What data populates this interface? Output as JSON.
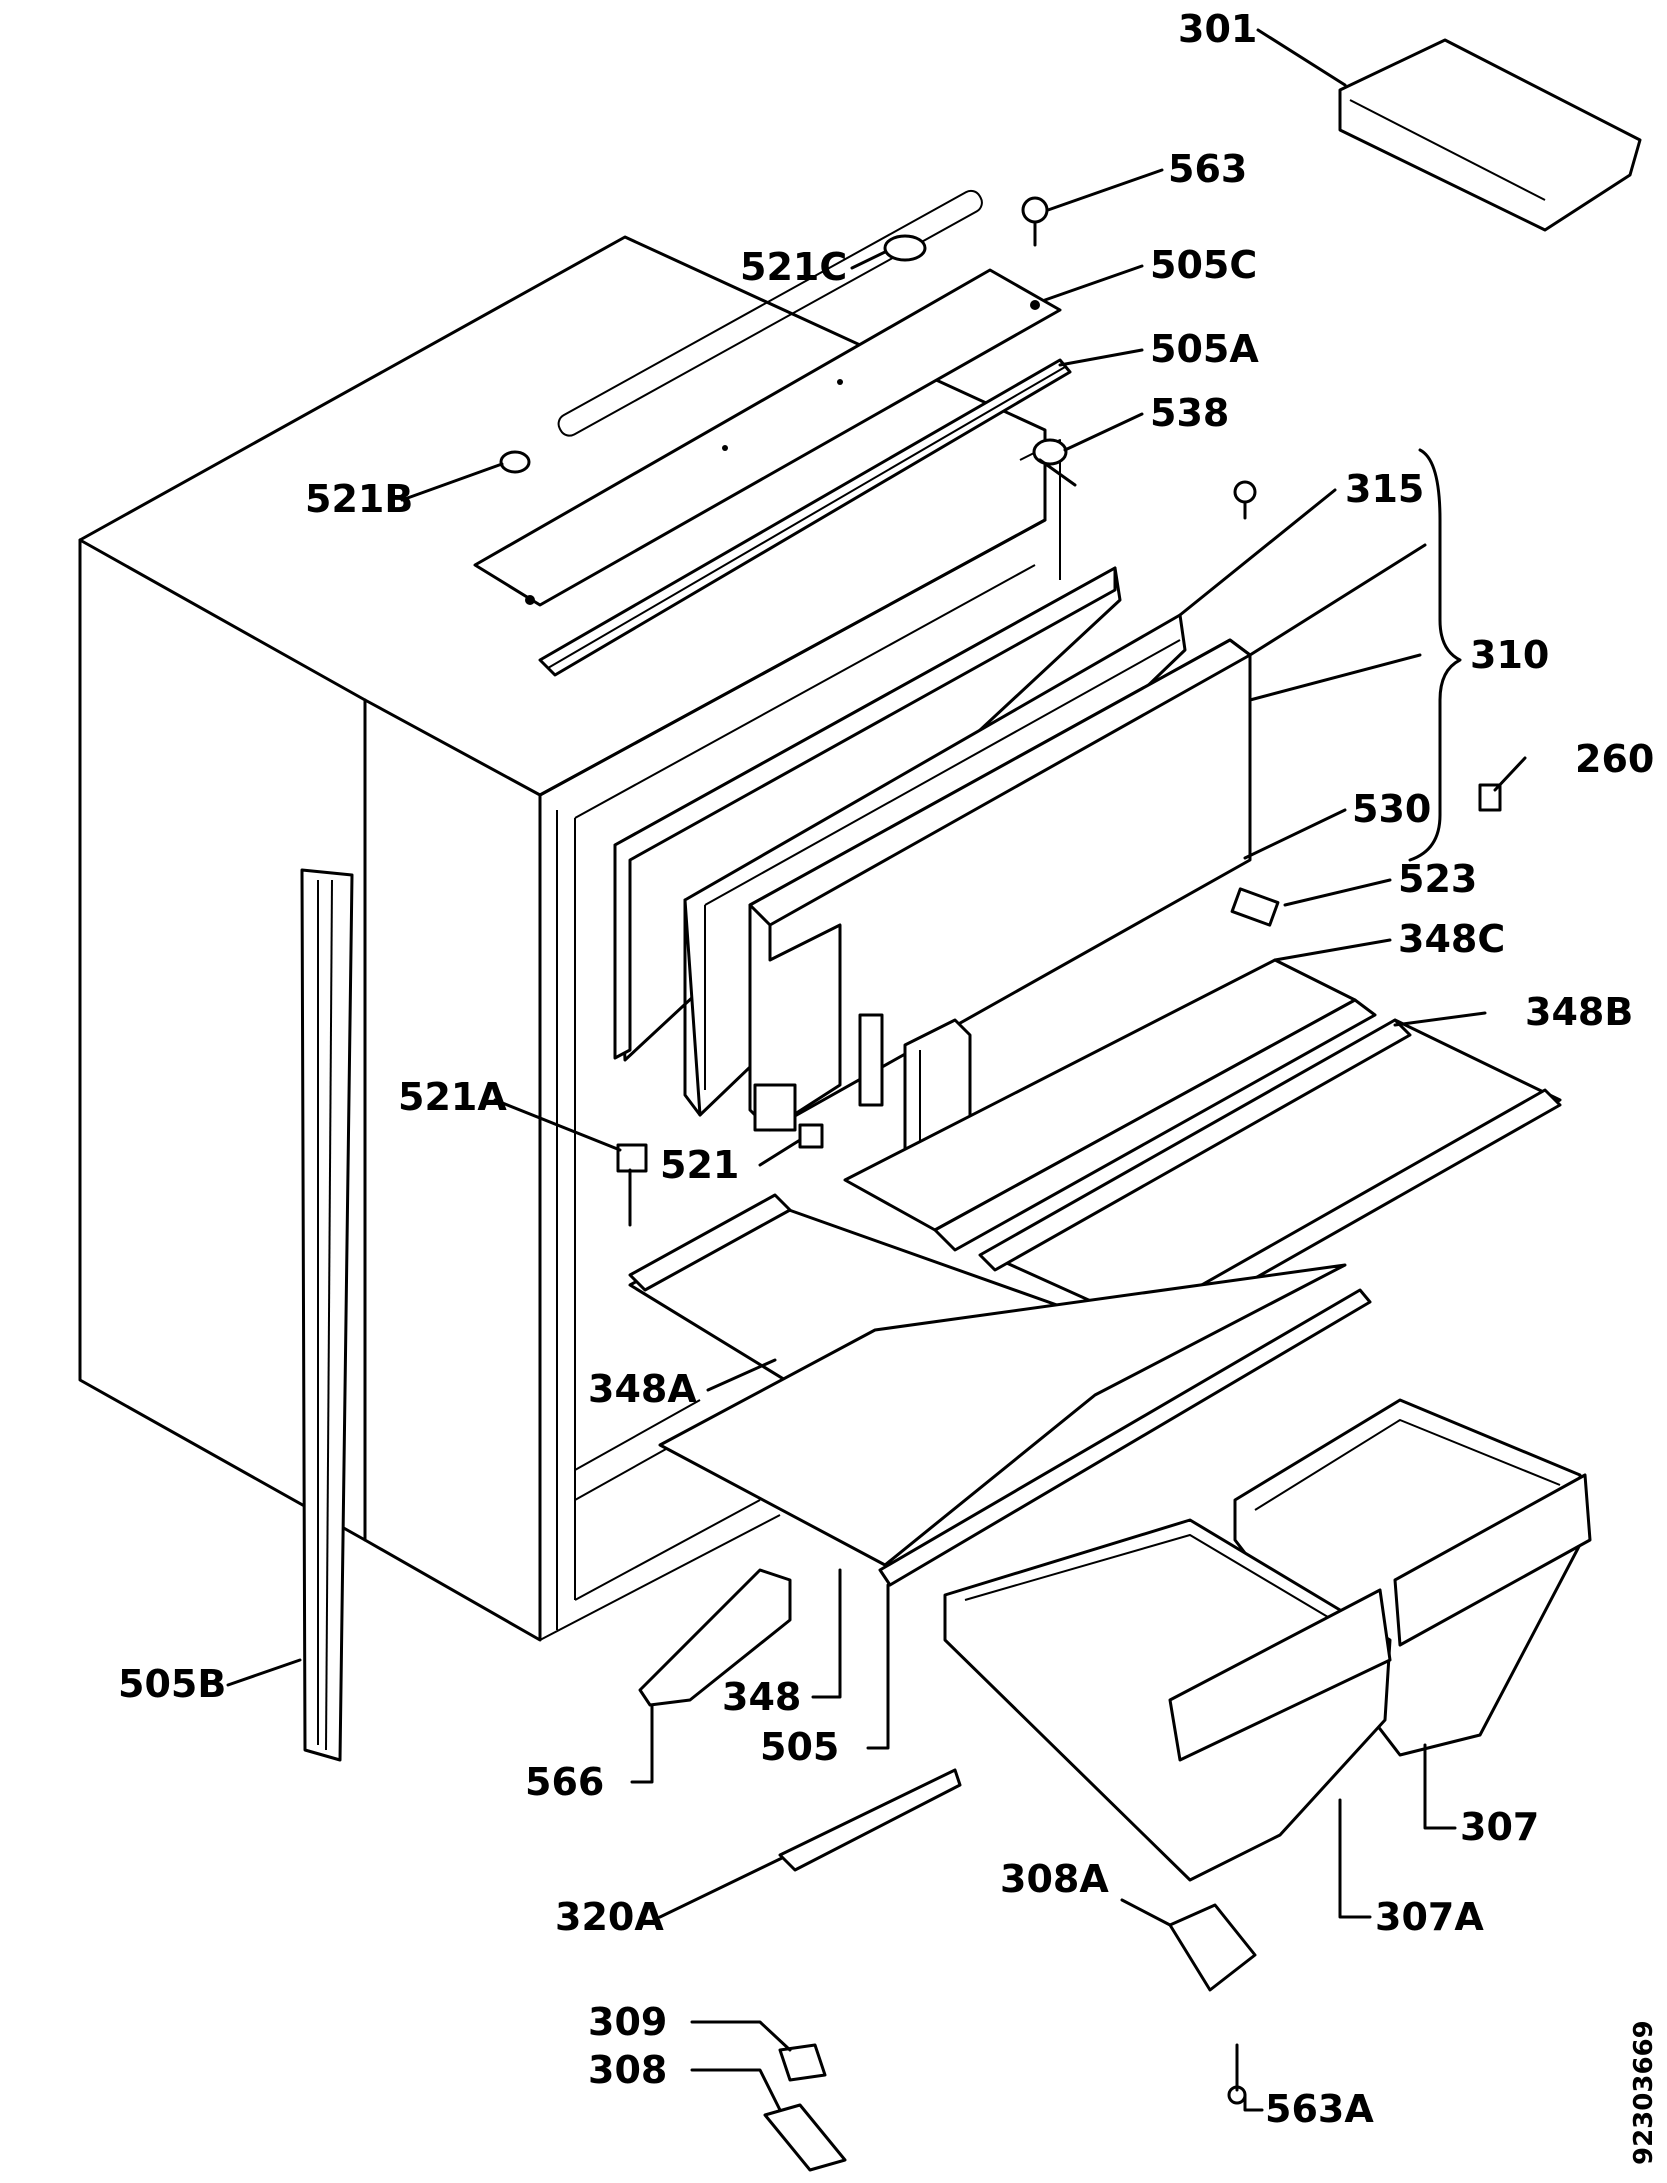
{
  "diagram": {
    "labels": {
      "l301": "301",
      "l563": "563",
      "l521C": "521C",
      "l505C": "505C",
      "l505A": "505A",
      "l538": "538",
      "l521B": "521B",
      "l315": "315",
      "l310": "310",
      "l260": "260",
      "l530": "530",
      "l523": "523",
      "l348C": "348C",
      "l348B": "348B",
      "l521A": "521A",
      "l521": "521",
      "l348A": "348A",
      "l505B": "505B",
      "l348": "348",
      "l505": "505",
      "l566": "566",
      "l307": "307",
      "l307A": "307A",
      "l308A": "308A",
      "l320A": "320A",
      "l309": "309",
      "l308": "308",
      "l563A": "563A"
    },
    "doc_number": "92303669"
  }
}
